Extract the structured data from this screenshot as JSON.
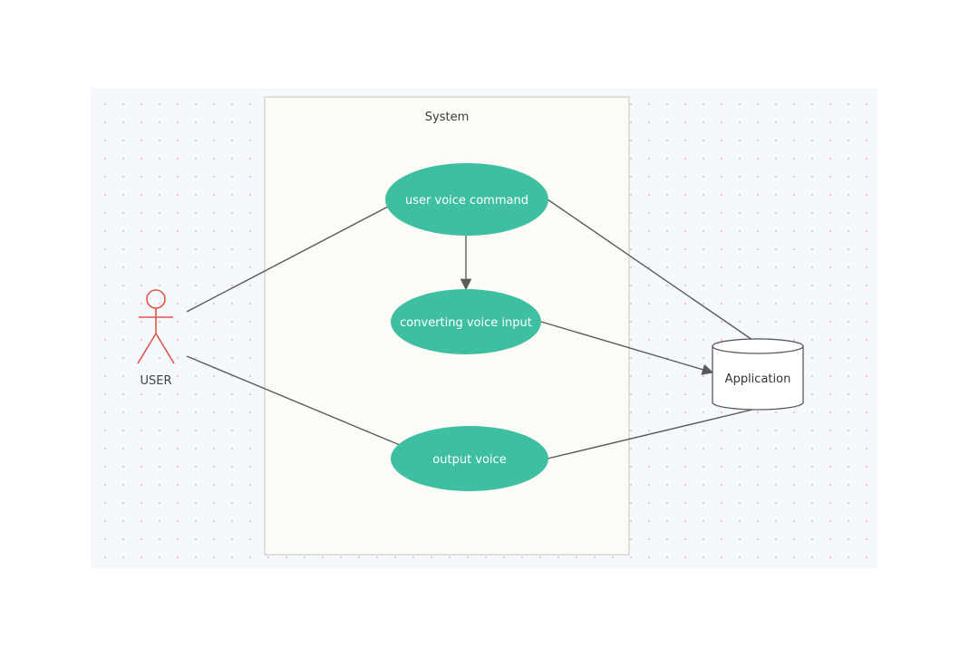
{
  "system": {
    "title": "System"
  },
  "actor": {
    "label": "USER"
  },
  "use_cases": [
    {
      "label": "user voice command"
    },
    {
      "label": "converting voice input"
    },
    {
      "label": "output voice"
    }
  ],
  "application": {
    "label": "Application"
  },
  "colors": {
    "use_case_fill": "#3ebfa1",
    "actor_stroke": "#e0574a",
    "line": "#5a5a5a"
  }
}
